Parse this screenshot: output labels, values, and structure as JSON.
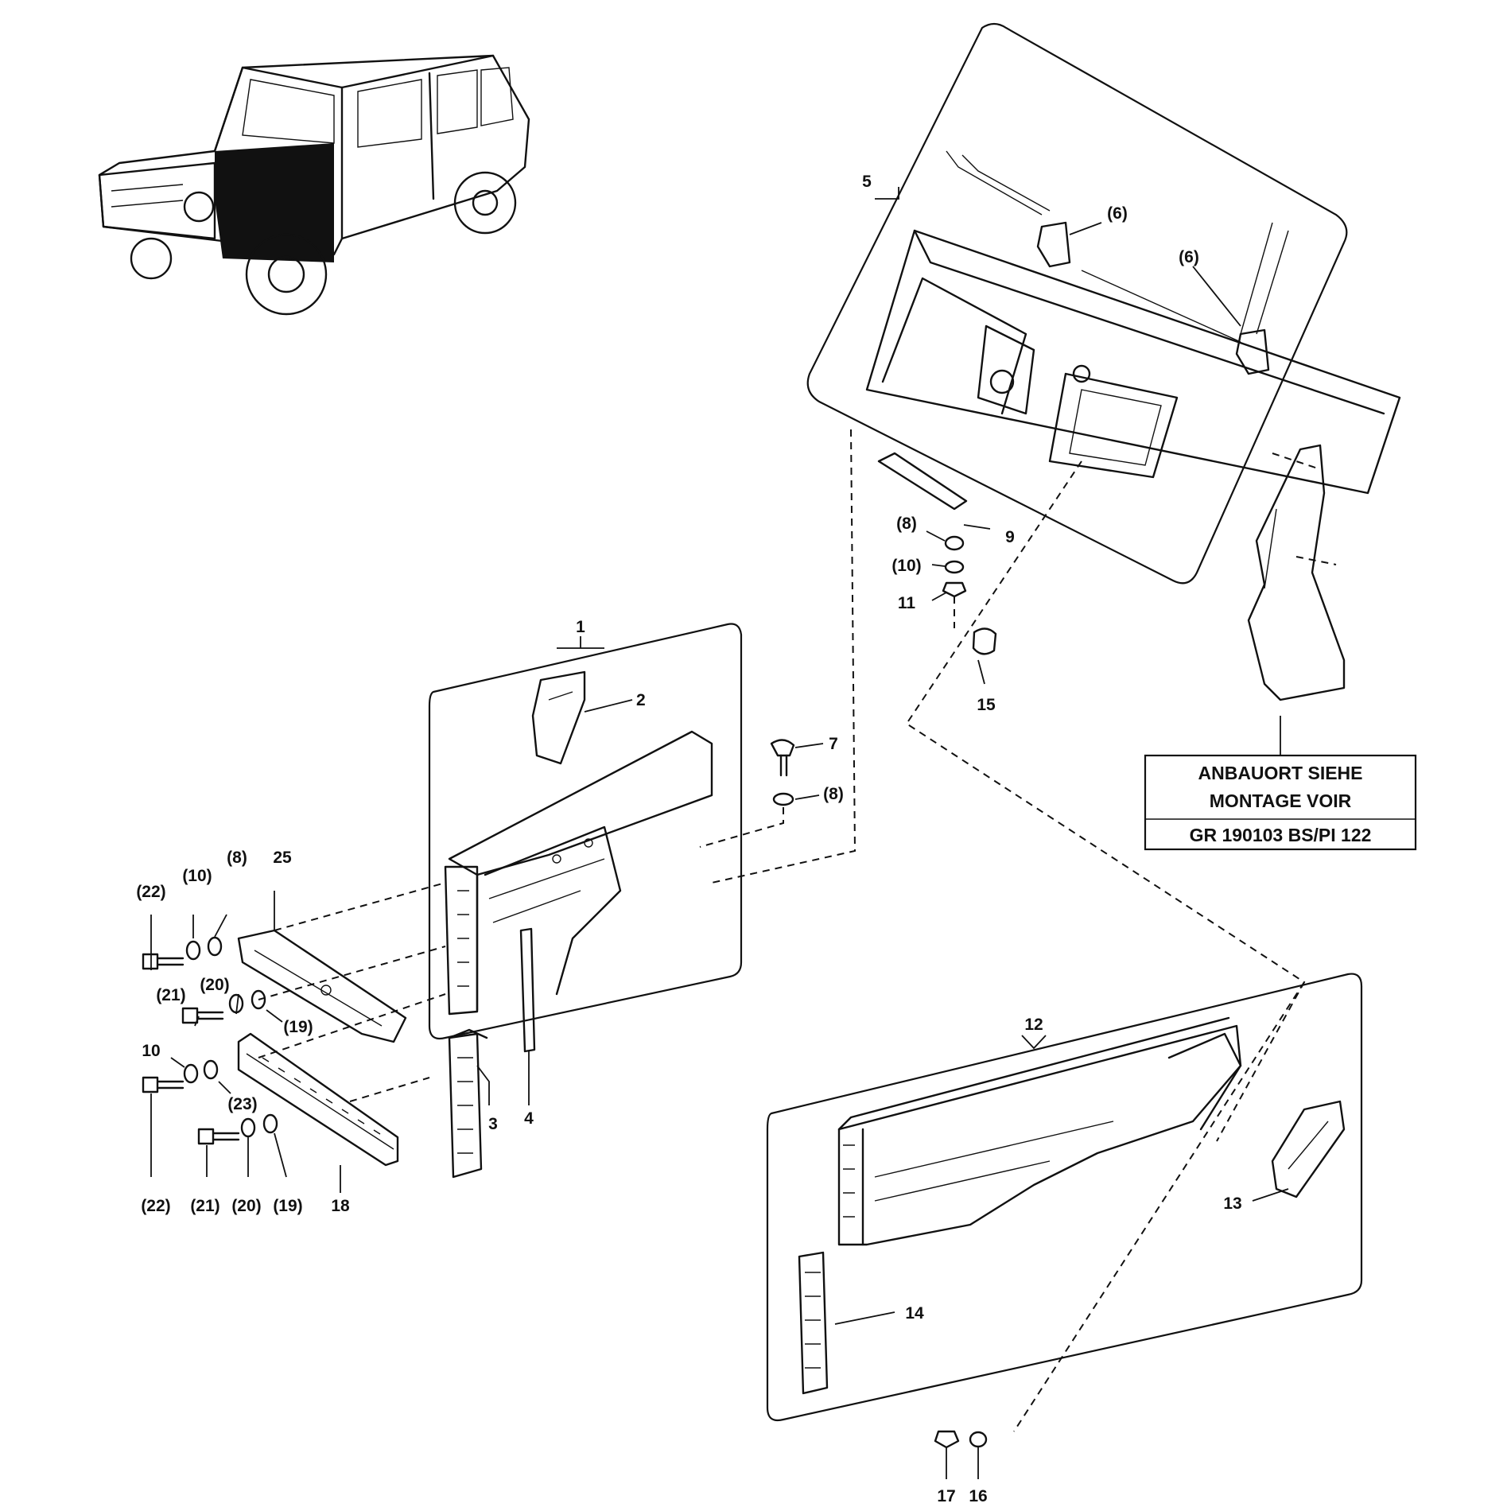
{
  "labels": {
    "l1": "1",
    "l2": "2",
    "l3": "3",
    "l4": "4",
    "l5": "5",
    "l6a": "(6)",
    "l6b": "(6)",
    "l7": "7",
    "l8a": "(8)",
    "l8b": "(8)",
    "l8c": "(8)",
    "l9": "9",
    "l10a": "(10)",
    "l10b": "(10)",
    "l10c": "10",
    "l11": "11",
    "l12": "12",
    "l13": "13",
    "l14": "14",
    "l15": "15",
    "l16": "16",
    "l17": "17",
    "l18": "18",
    "l19a": "(19)",
    "l19b": "(19)",
    "l20a": "(20)",
    "l20b": "(20)",
    "l21a": "(21)",
    "l21b": "(21)",
    "l22a": "(22)",
    "l22b": "(22)",
    "l23": "(23)",
    "l25": "25"
  },
  "reference_box": {
    "line1": "ANBAUORT SIEHE",
    "line2": "MONTAGE VOIR",
    "line3": "GR  190103 BS/PI  122"
  }
}
